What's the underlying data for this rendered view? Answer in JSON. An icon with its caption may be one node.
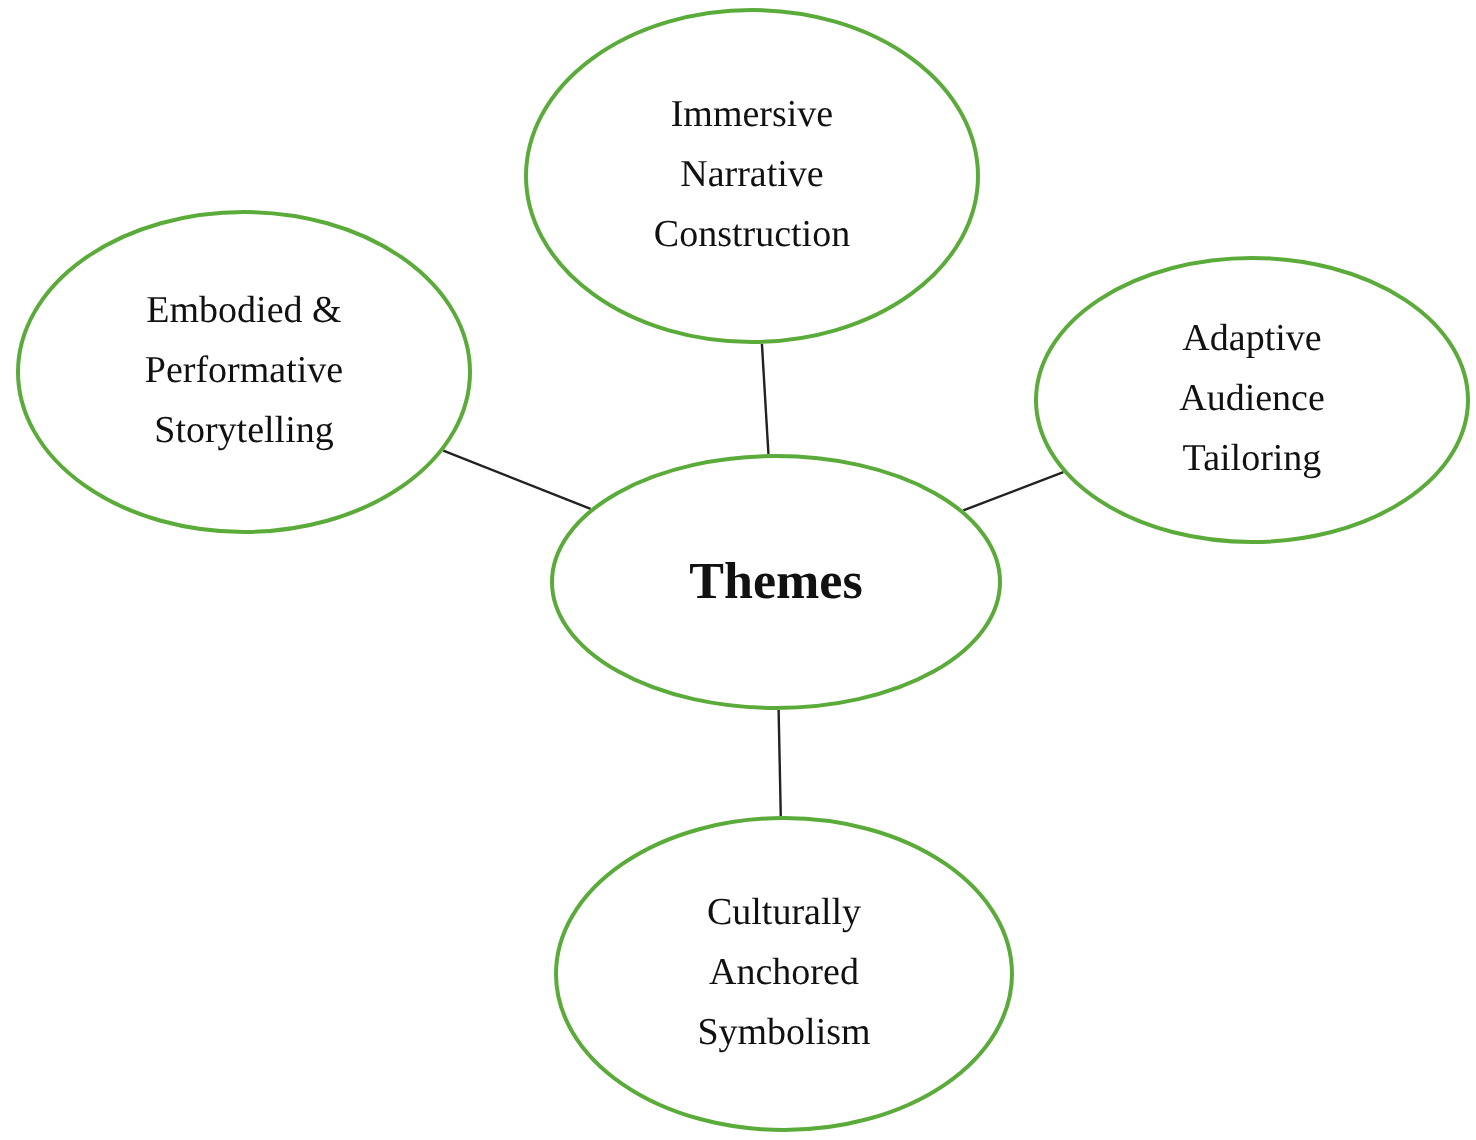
{
  "diagram": {
    "nodes": [
      {
        "text": [
          "Immersive Narrative Construction"
        ]
      },
      {
        "text": [
          "Embodied & Performative Storytelling"
        ]
      },
      {
        "text": [
          "Adaptive Audience Tailoring"
        ]
      },
      {
        "text": [
          "Themes"
        ]
      },
      {
        "text": [
          "Culturally Anchored Symbolism"
        ]
      }
    ],
    "edges": [
      {
        "from": 3,
        "to": 0,
        "arrow": "none"
      },
      {
        "from": 3,
        "to": 1,
        "arrow": "none"
      },
      {
        "from": 3,
        "to": 2,
        "arrow": "none"
      },
      {
        "from": 3,
        "to": 4,
        "arrow": "none"
      }
    ]
  }
}
